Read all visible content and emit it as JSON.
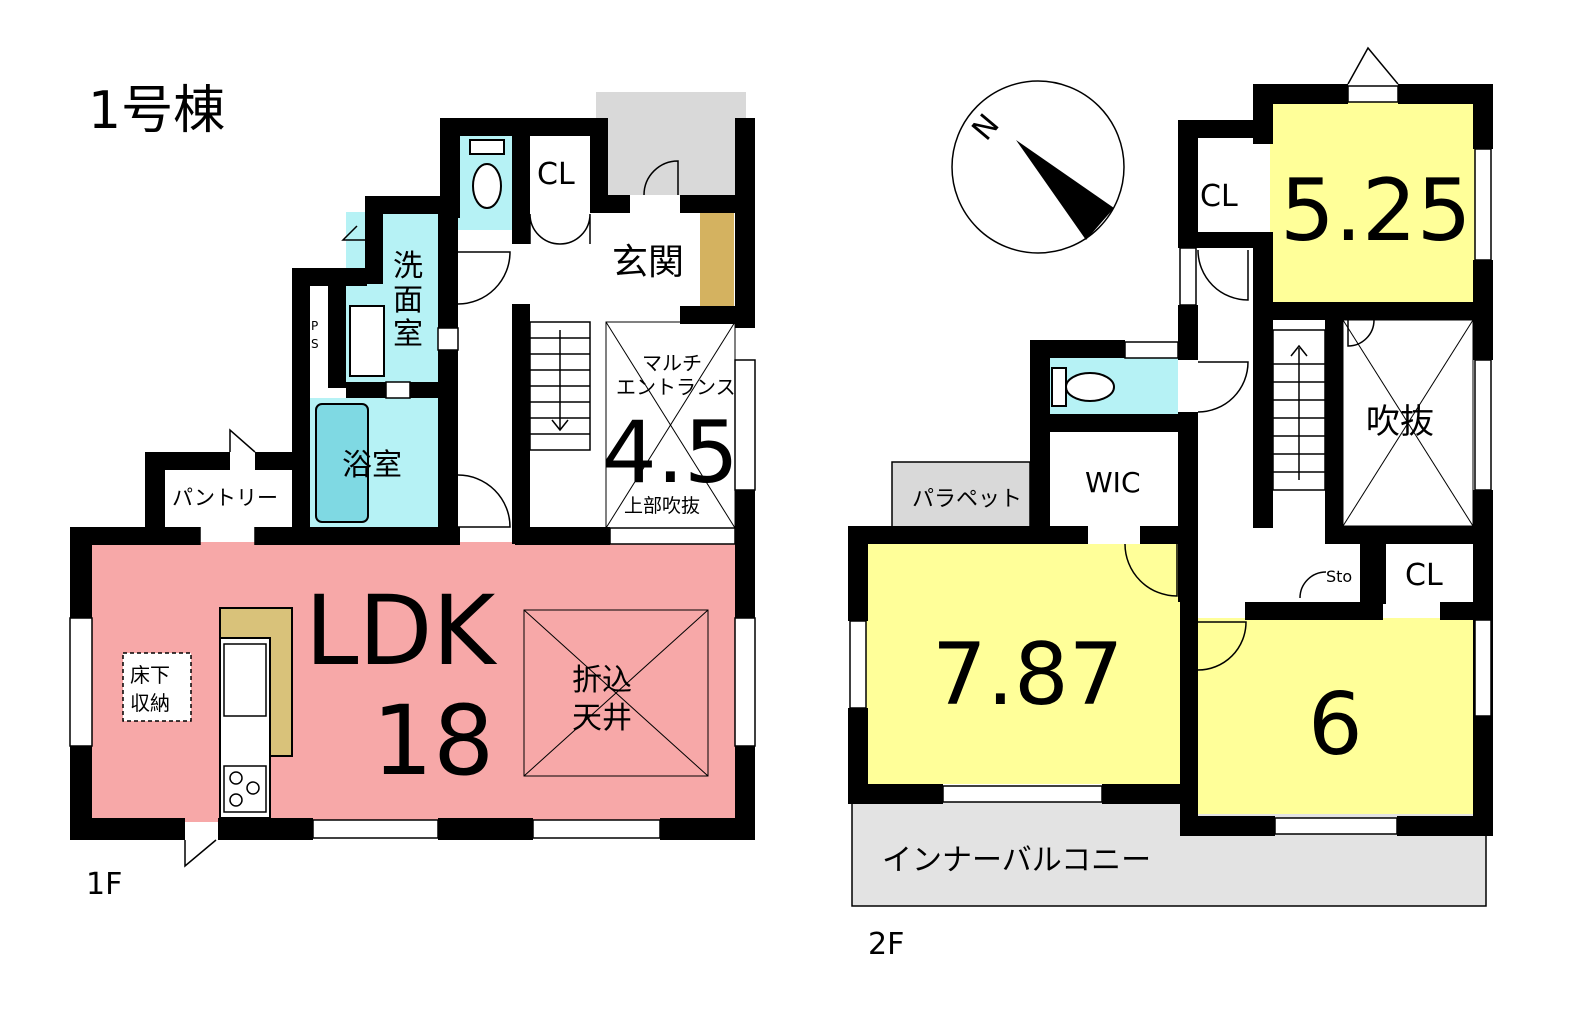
{
  "building_title": "1号棟",
  "colors": {
    "ldk": "#F7A8A8",
    "bedroom": "#FFFF99",
    "water": "#B6F2F5",
    "wall": "#000000",
    "balcony": "#E3E3E3",
    "tile": "#D9D9D9",
    "counter": "#D9C27A",
    "shoebox": "#D4B260"
  },
  "floor1": {
    "label": "1F",
    "rooms": {
      "ldk_name": "LDK",
      "ldk_size": "18",
      "ceiling": "折込\n天井",
      "underfloor": "床下\n収納",
      "pantry": "パントリー",
      "bath": "浴室",
      "washroom": "洗\n面\n室",
      "ps": "P\nS",
      "cl": "CL",
      "entrance": "玄関",
      "multi": "マルチ\nエントランス",
      "multi_size": "4.5",
      "void_note": "上部吹抜"
    }
  },
  "floor2": {
    "label": "2F",
    "rooms": {
      "room_a": "5.25",
      "room_b": "7.87",
      "room_c": "6",
      "cl_top": "CL",
      "cl_right": "CL",
      "sto": "Sto",
      "wic": "WIC",
      "void": "吹抜",
      "parapet": "パラペット",
      "balcony": "インナーバルコニー"
    }
  },
  "compass": {
    "label": "N",
    "icon": "north-arrow-icon"
  }
}
